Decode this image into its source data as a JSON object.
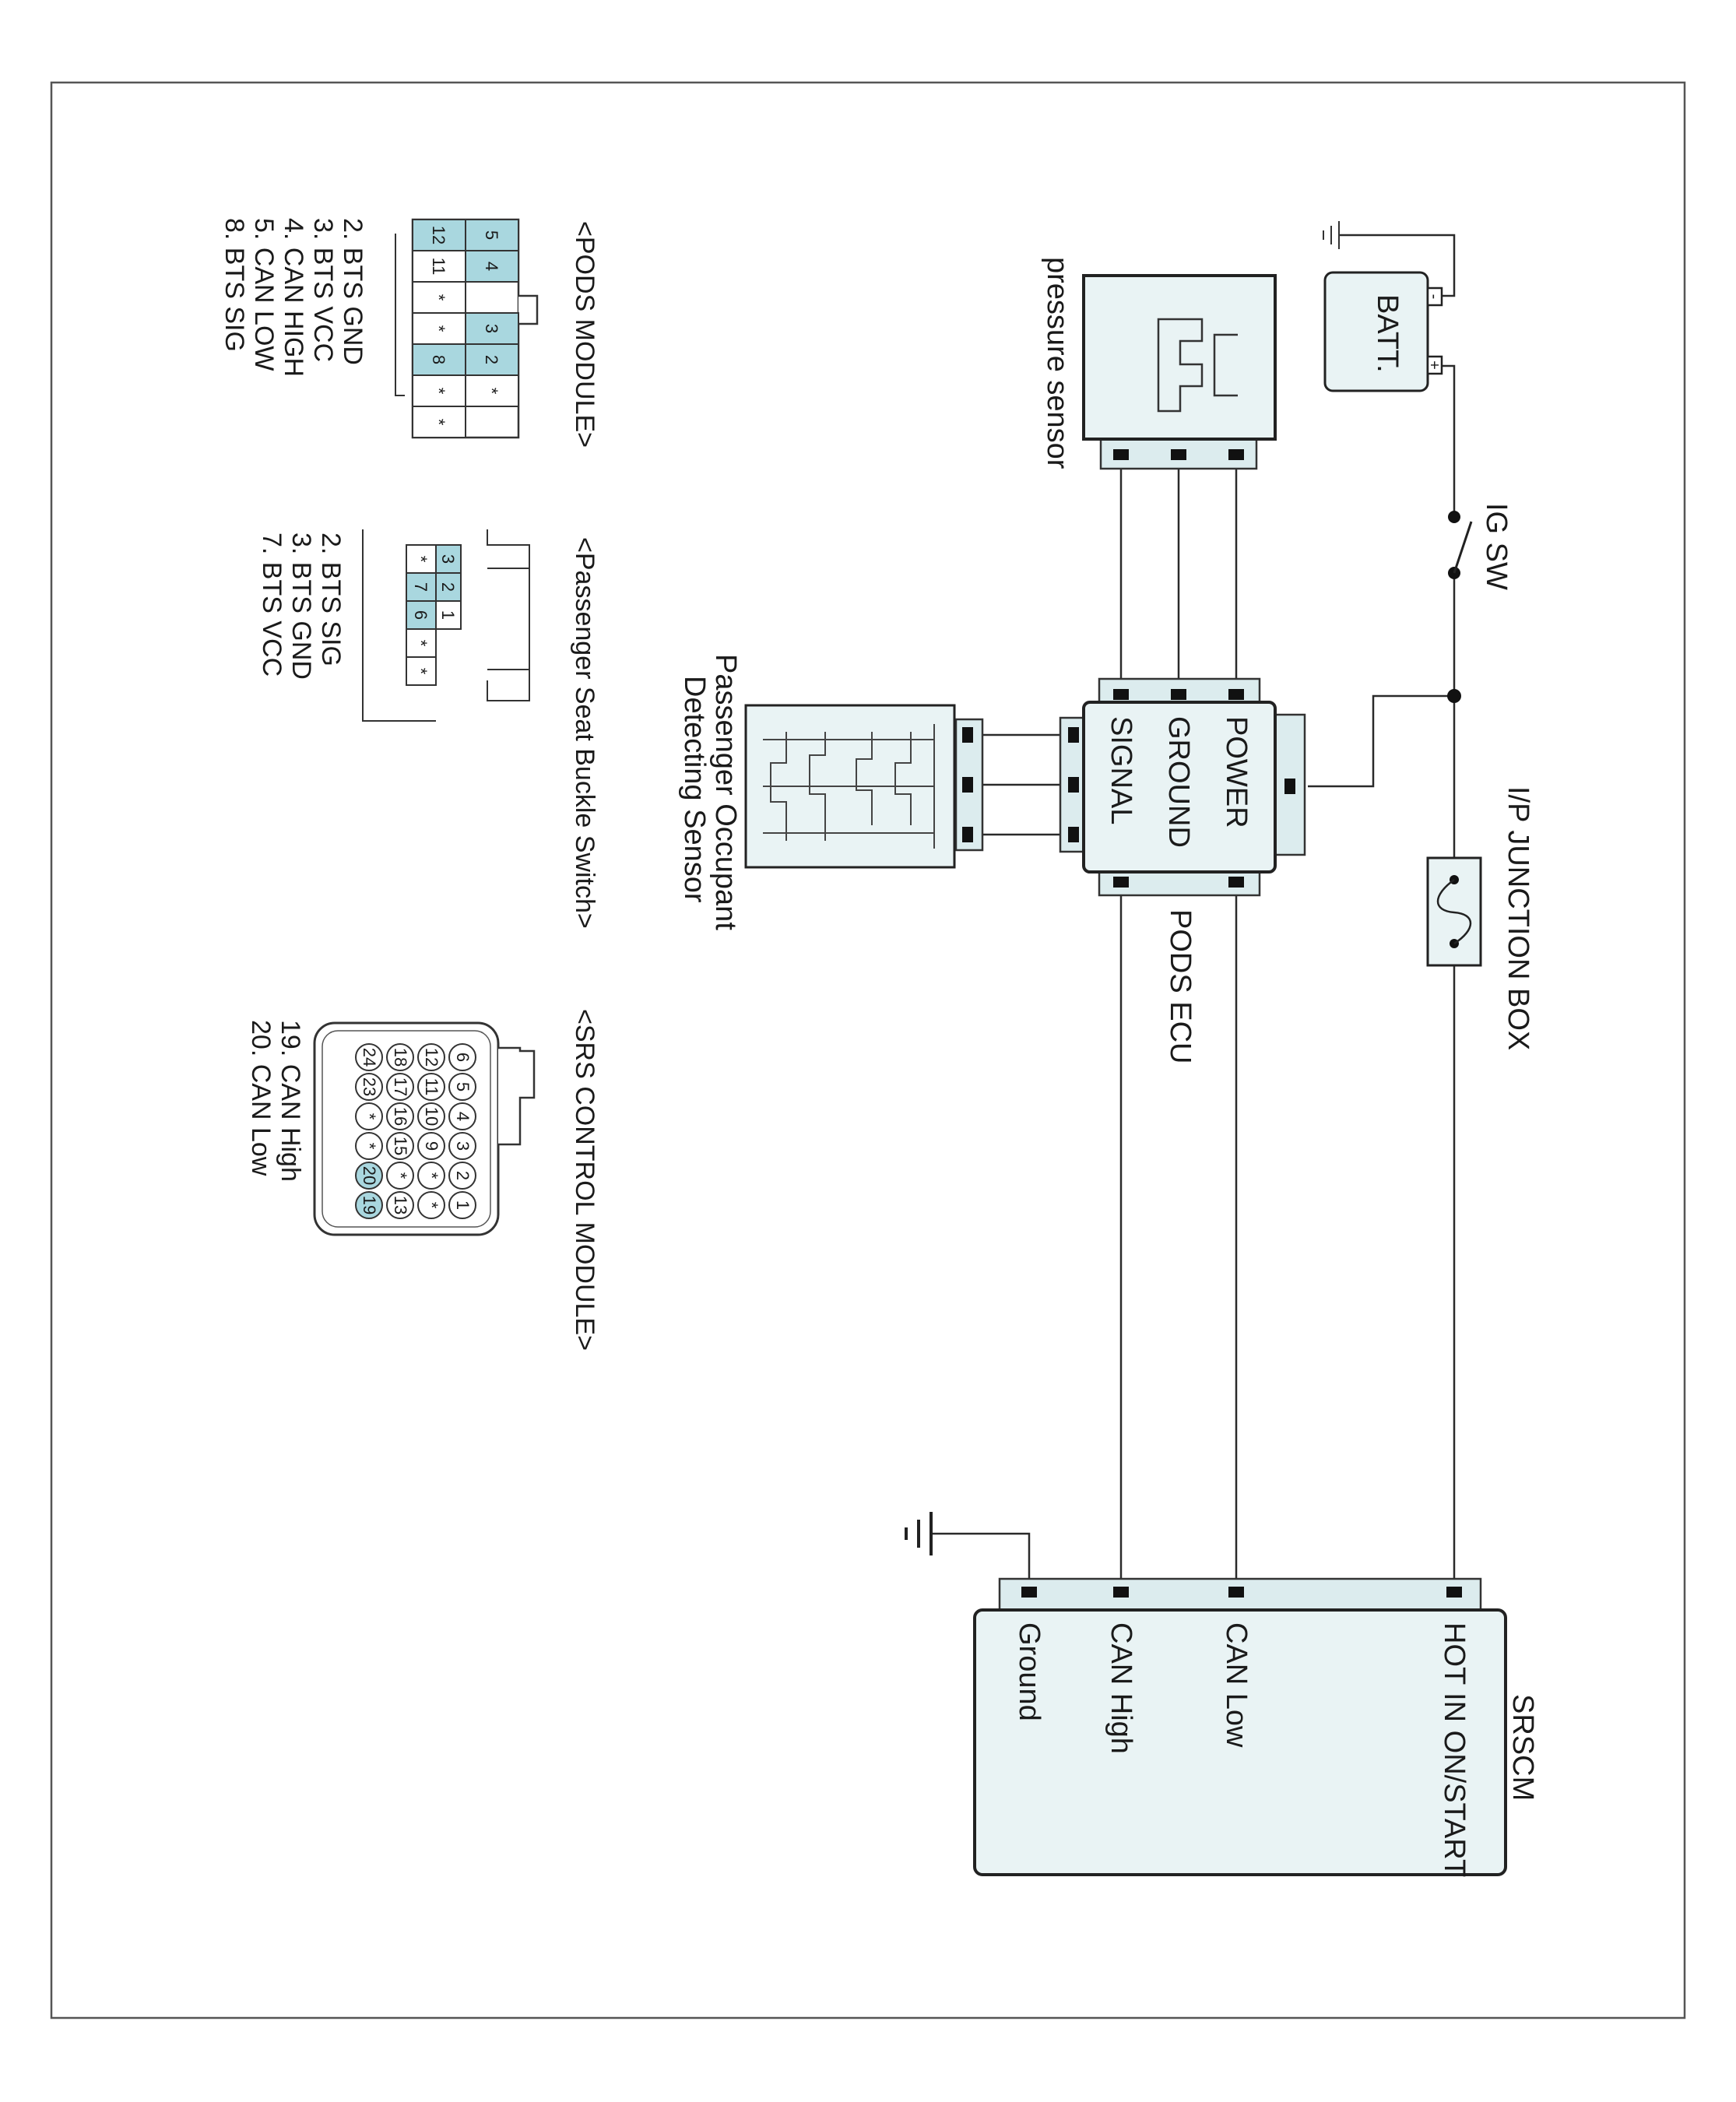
{
  "colors": {
    "component_fill": "#e9f3f4",
    "connector_fill": "#dcecee",
    "pin_highlight": "#a9d7df",
    "wire": "#2a2a2a",
    "frame": "#555555"
  },
  "components": {
    "battery": {
      "label": "BATT.",
      "minus": "-",
      "plus": "+"
    },
    "ig_switch": {
      "label": "IG SW"
    },
    "junction_box": {
      "label": "I/P JUNCTION BOX"
    },
    "pressure_sensor": {
      "label": "pressure sensor"
    },
    "pods_ecu": {
      "label": "PODS ECU",
      "pins": {
        "power": "POWER",
        "ground": "GROUND",
        "signal": "SIGNAL"
      }
    },
    "occupant_sensor": {
      "line1": "Passenger Occupant",
      "line2": "Detecting Sensor"
    },
    "srscm": {
      "label": "SRSCM",
      "pins": {
        "hot": "HOT IN ON/START",
        "can_low": "CAN Low",
        "can_high": "CAN High",
        "ground": "Ground"
      }
    }
  },
  "connectors": {
    "pods_module": {
      "title": "<PODS MODULE>",
      "top_row": [
        "5",
        "4",
        "",
        "3",
        "2",
        "*"
      ],
      "bottom_row": [
        "12",
        "11",
        "*",
        "*",
        "8",
        "*",
        "*"
      ],
      "legend": [
        "2. BTS GND",
        "3. BTS VCC",
        "4. CAN HIGH",
        "5. CAN LOW",
        "8. BTS SIG"
      ]
    },
    "buckle_switch": {
      "title": "<Passenger Seat Buckle Switch>",
      "top_row": [
        "3",
        "2",
        "1"
      ],
      "bottom_row": [
        "*",
        "7",
        "6",
        "*",
        "*"
      ],
      "legend": [
        "2. BTS SIG",
        "3. BTS GND",
        "7. BTS VCC"
      ]
    },
    "srs_module": {
      "title": "<SRS CONTROL MODULE>",
      "row1": [
        "6",
        "5",
        "4",
        "3",
        "2",
        "1"
      ],
      "row2": [
        "12",
        "11",
        "10",
        "9",
        "*",
        "*"
      ],
      "row3": [
        "18",
        "17",
        "16",
        "15",
        "*",
        "13"
      ],
      "row4": [
        "24",
        "23",
        "*",
        "*",
        "20",
        "19"
      ],
      "legend": [
        "19. CAN High",
        "20. CAN Low"
      ]
    }
  }
}
